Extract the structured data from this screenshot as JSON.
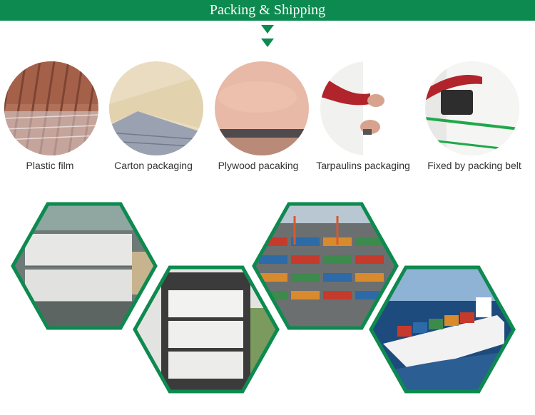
{
  "header": {
    "title": "Packing & Shipping"
  },
  "colors": {
    "brand_green": "#0d8a4f",
    "caption_text": "#333333"
  },
  "packaging_methods": [
    {
      "label": "Plastic film"
    },
    {
      "label": "Carton packaging"
    },
    {
      "label": "Plywood pacaking"
    },
    {
      "label": "Tarpaulins packaging"
    },
    {
      "label": "Fixed by packing belt"
    }
  ]
}
